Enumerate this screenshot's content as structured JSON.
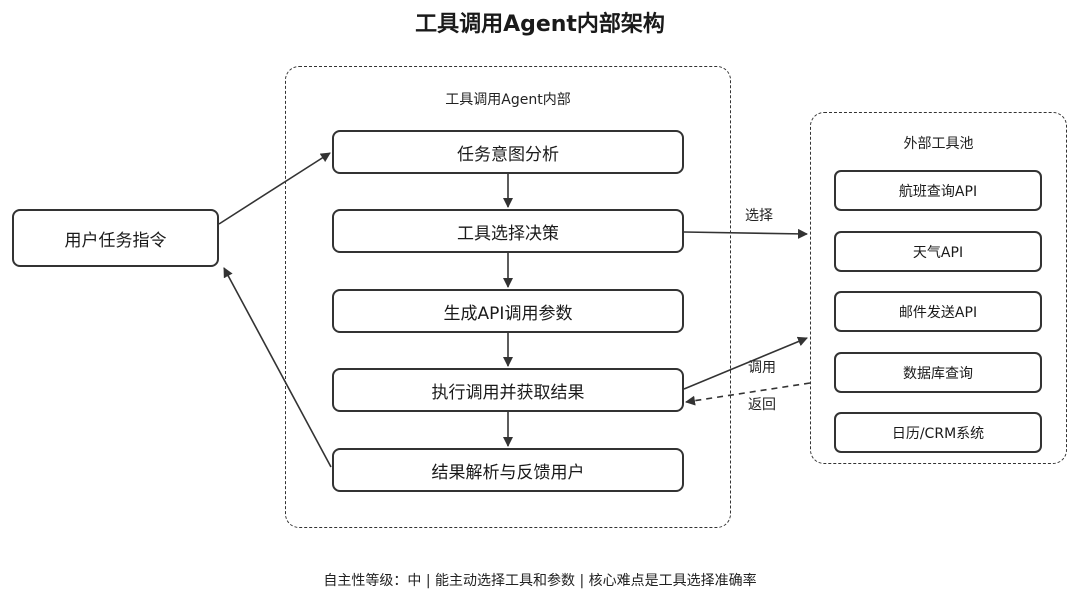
{
  "title": "工具调用Agent内部架构",
  "user_input": "用户任务指令",
  "agent": {
    "label": "工具调用Agent内部",
    "steps": [
      "任务意图分析",
      "工具选择决策",
      "生成API调用参数",
      "执行调用并获取结果",
      "结果解析与反馈用户"
    ]
  },
  "tool_pool": {
    "label": "外部工具池",
    "tools": [
      "航班查询API",
      "天气API",
      "邮件发送API",
      "数据库查询",
      "日历/CRM系统"
    ]
  },
  "edges": {
    "select": "选择",
    "call": "调用",
    "return": "返回"
  },
  "footer": "自主性等级：中 | 能主动选择工具和参数 | 核心难点是工具选择准确率"
}
